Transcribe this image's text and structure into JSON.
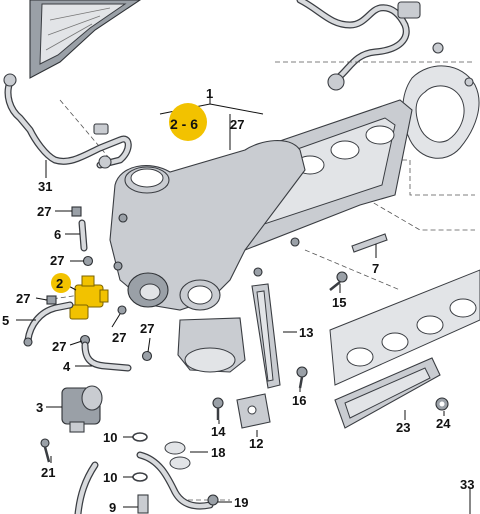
{
  "labels": {
    "l1": "1",
    "l2_6": "2 - 6",
    "l27_top": "27",
    "l31": "31",
    "l27_a": "27",
    "l6": "6",
    "l27_b": "27",
    "l2": "2",
    "l27_c": "27",
    "l5": "5",
    "l27_d": "27",
    "l27_e": "27",
    "l27_f": "27",
    "l4": "4",
    "l7": "7",
    "l15": "15",
    "l13": "13",
    "l16": "16",
    "l3": "3",
    "l14": "14",
    "l12": "12",
    "l23": "23",
    "l24": "24",
    "l10_a": "10",
    "l18": "18",
    "l21": "21",
    "l10_b": "10",
    "l9": "9",
    "l19": "19",
    "l33": "33"
  },
  "colors": {
    "highlight": "#f2c200",
    "metal": "#c9ccd1",
    "outline": "#3a3d42"
  }
}
